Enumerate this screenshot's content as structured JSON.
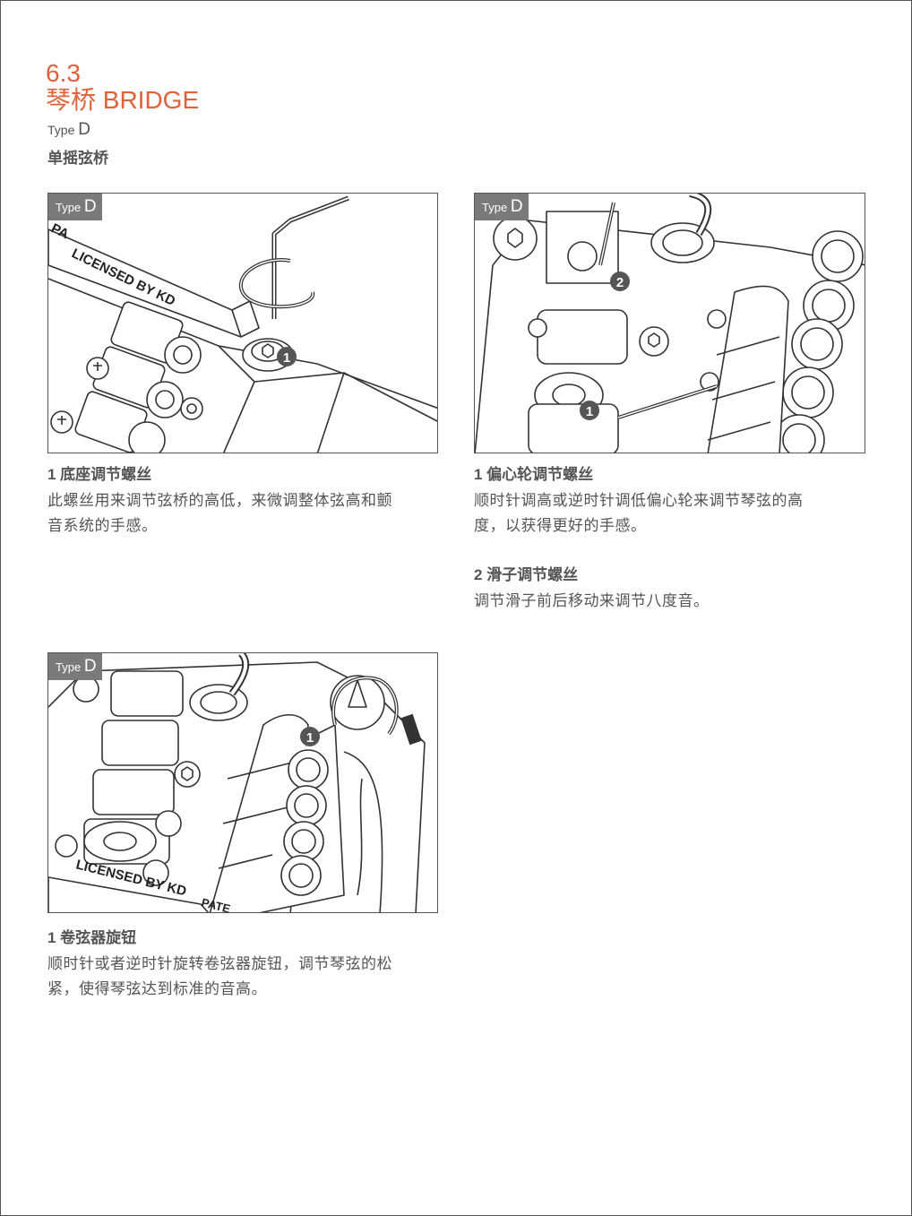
{
  "header": {
    "section_number": "6.3",
    "section_title": "琴桥 BRIDGE",
    "type_prefix": "Type",
    "type_letter": "D",
    "subtype": "单摇弦桥"
  },
  "panels": [
    {
      "tag_prefix": "Type",
      "tag_letter": "D",
      "engraving_1": "LICENSED BY KD",
      "engraving_2": "PA",
      "callouts": [
        "1"
      ]
    },
    {
      "tag_prefix": "Type",
      "tag_letter": "D",
      "callouts": [
        "2",
        "1"
      ]
    },
    {
      "tag_prefix": "Type",
      "tag_letter": "D",
      "engraving_1": "LICENSED BY KD",
      "engraving_2": "PATE",
      "callouts": [
        "1"
      ]
    }
  ],
  "captions": [
    {
      "title": "1 底座调节螺丝",
      "lines": [
        "此螺丝用来调节弦桥的高低，来微调整体弦高和颤",
        "音系统的手感。"
      ]
    },
    {
      "title": "1 偏心轮调节螺丝",
      "lines": [
        "顺时针调高或逆时针调低偏心轮来调节琴弦的高",
        "度，以获得更好的手感。"
      ]
    },
    {
      "title": "2 滑子调节螺丝",
      "lines": [
        "调节滑子前后移动来调节八度音。"
      ]
    },
    {
      "title": "1 卷弦器旋钮",
      "lines": [
        "顺时针或者逆时针旋转卷弦器旋钮，调节琴弦的松",
        "紧，使得琴弦达到标准的音高。"
      ]
    }
  ],
  "colors": {
    "accent": "#e0623a",
    "text": "#555555",
    "tag_bg": "#7a7a7a",
    "callout_bg": "#555555"
  }
}
